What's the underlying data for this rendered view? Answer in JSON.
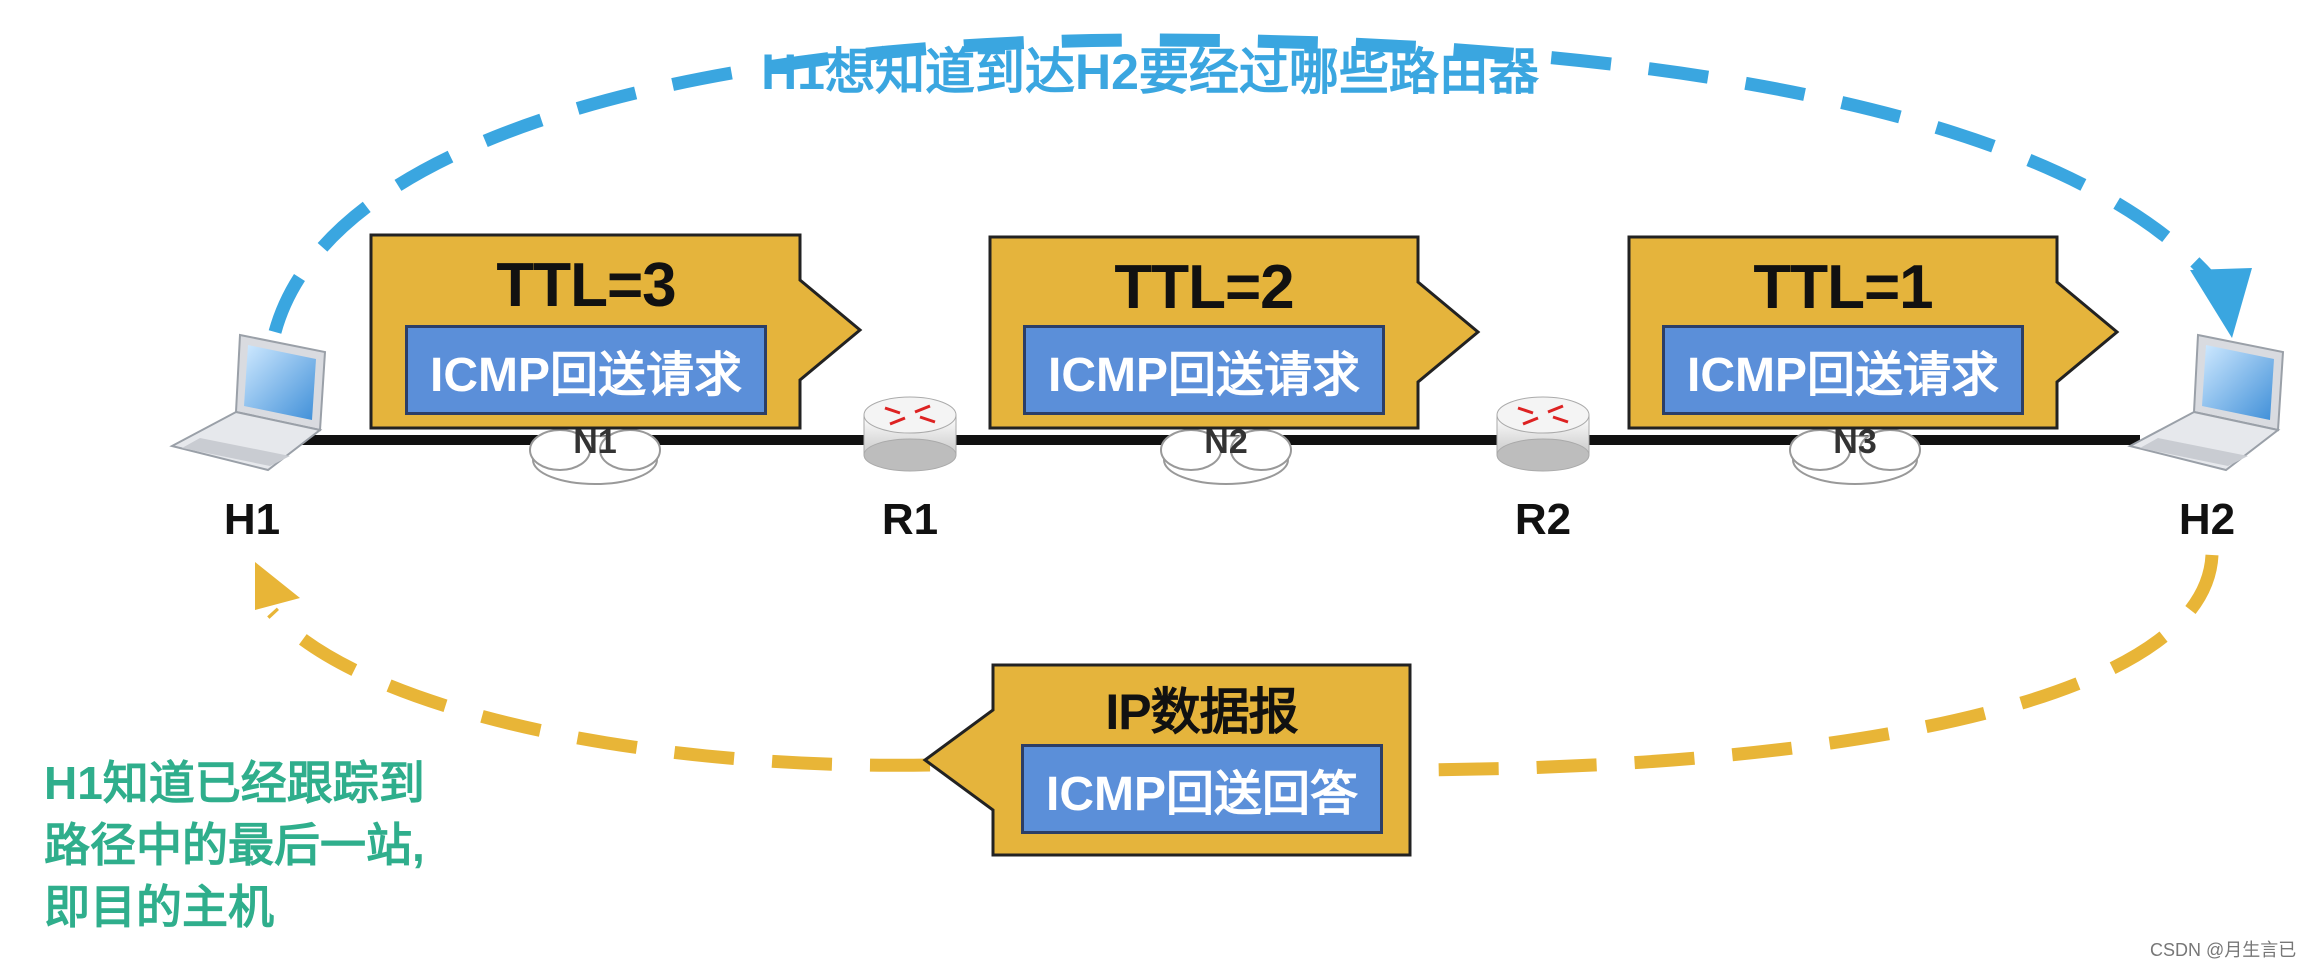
{
  "top_caption": "H1想知道到达H2要经过哪些路由器",
  "side_note": {
    "lines": [
      "H1知道已经跟踪到",
      "路径中的最后一站,",
      "即目的主机"
    ]
  },
  "hosts": {
    "h1": "H1",
    "h2": "H2"
  },
  "routers": {
    "r1": "R1",
    "r2": "R2"
  },
  "networks": {
    "n1": "N1",
    "n2": "N2",
    "n3": "N3"
  },
  "packets": [
    {
      "ttl": "TTL=3",
      "payload": "ICMP回送请求"
    },
    {
      "ttl": "TTL=2",
      "payload": "ICMP回送请求"
    },
    {
      "ttl": "TTL=1",
      "payload": "ICMP回送请求"
    }
  ],
  "reply_packet": {
    "title": "IP数据报",
    "payload": "ICMP回送回答"
  },
  "watermark": "CSDN @月生言已",
  "colors": {
    "packet_fill": "#e5b43c",
    "payload_fill": "#5b8fd9",
    "forward_arc": "#3aa6e0",
    "return_arc": "#e8b537",
    "note_text": "#2fae8c"
  }
}
